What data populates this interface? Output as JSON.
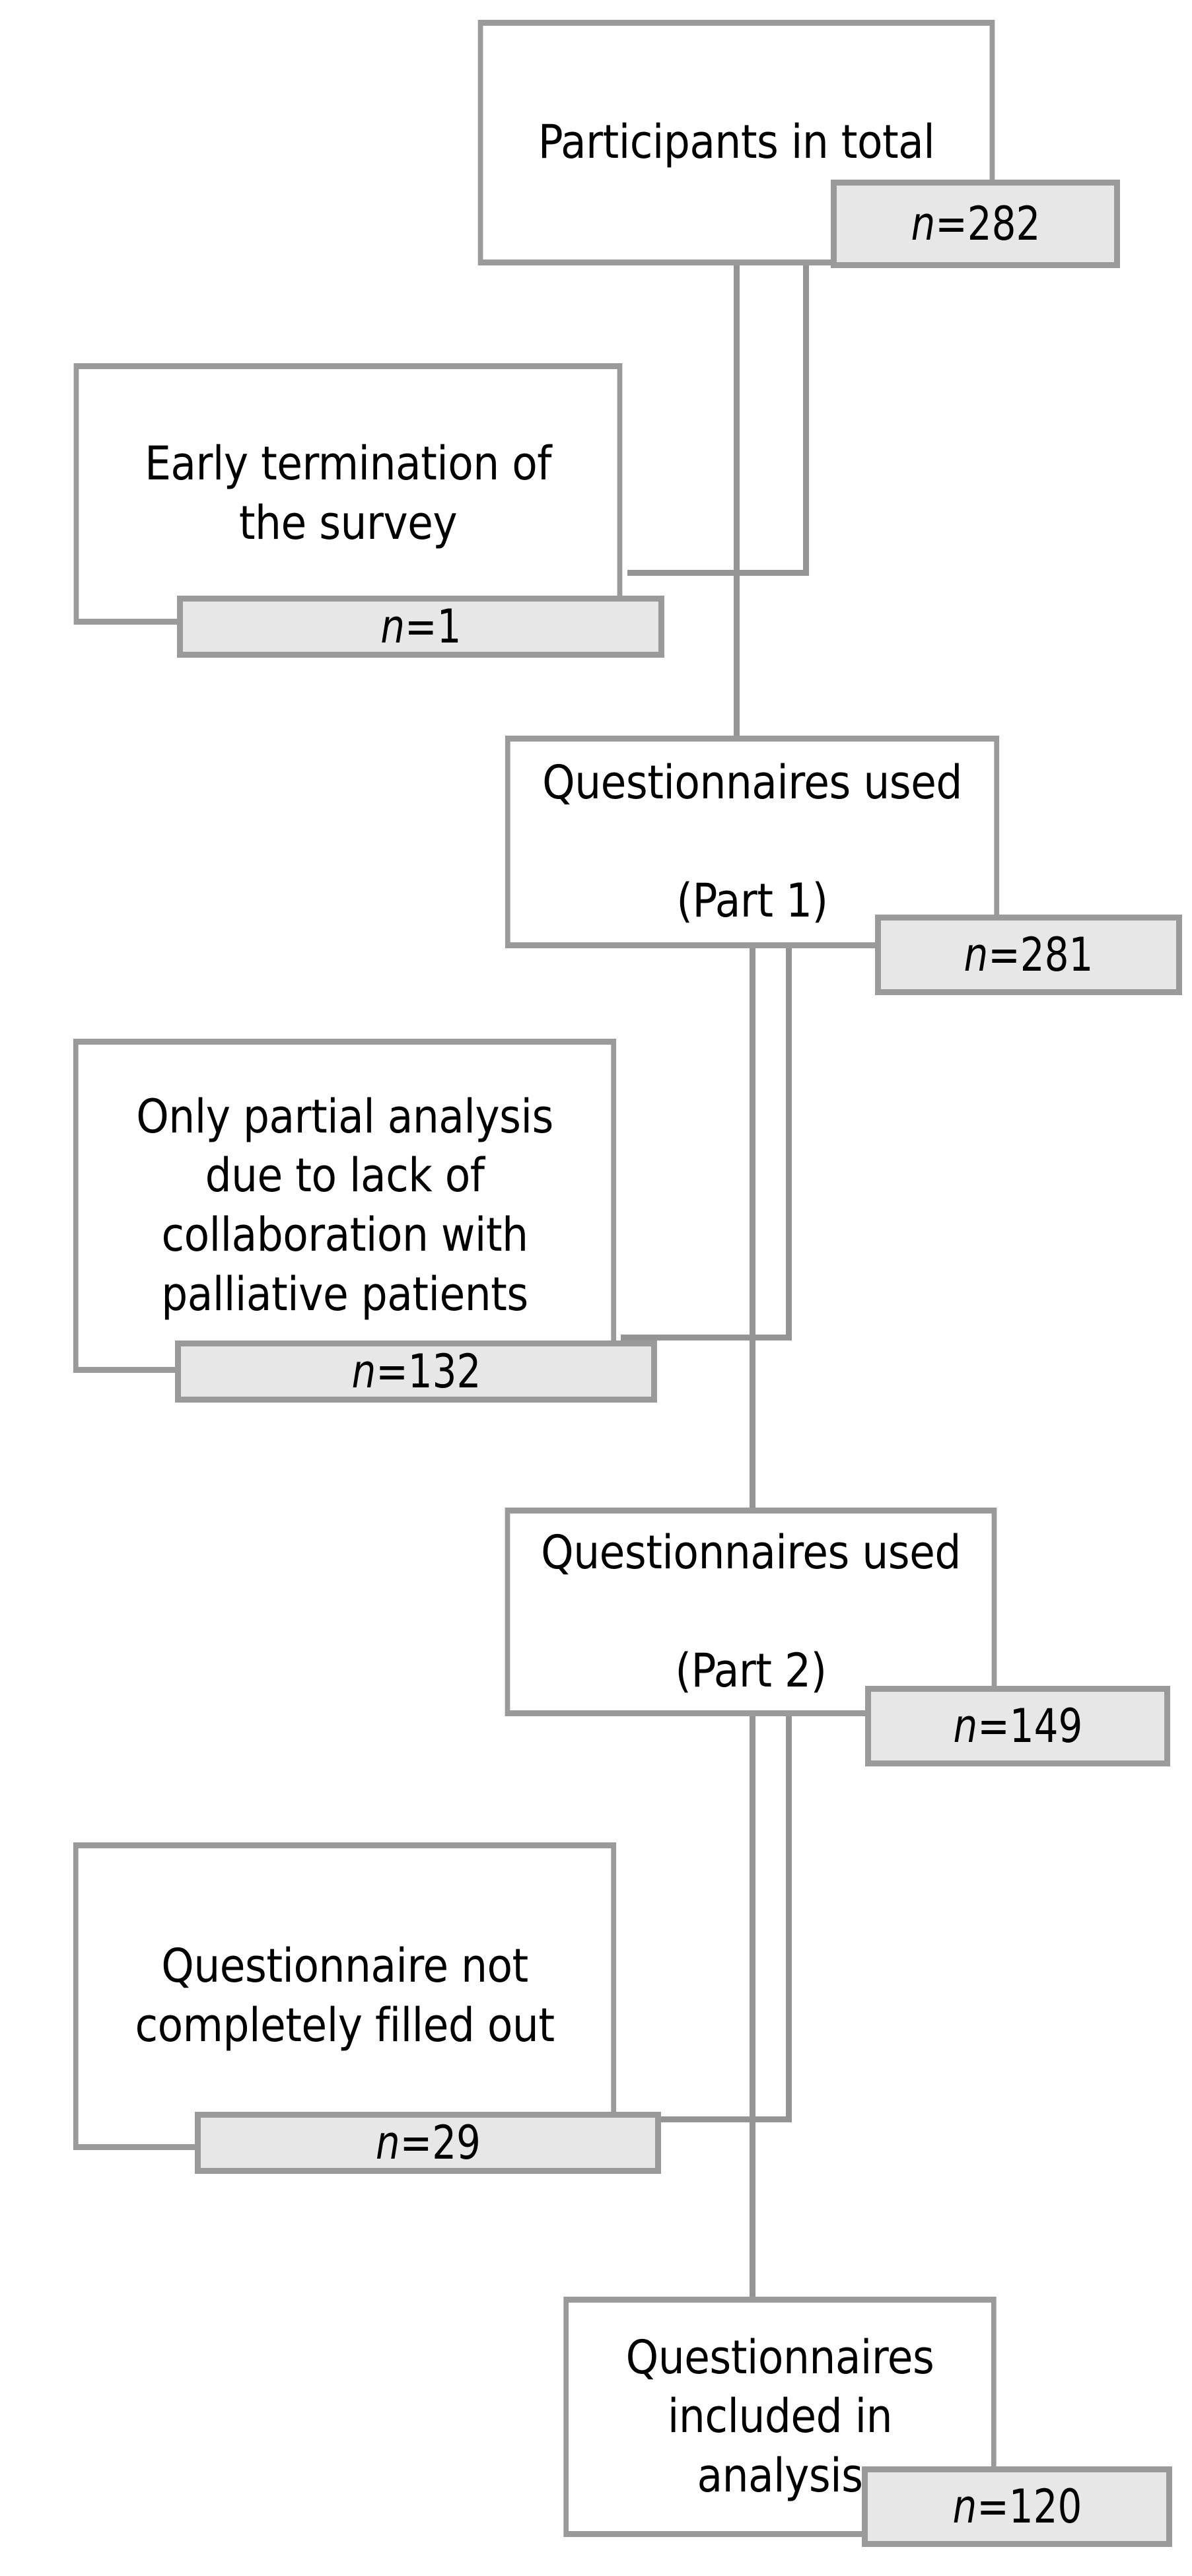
{
  "diagram": {
    "type": "flowchart",
    "title": "Participant flow / questionnaire inclusion diagram",
    "orientation": "vertical",
    "colors": {
      "box_border": "#9a9a9a",
      "box_fill": "#ffffff",
      "badge_fill": "#e7e7e7",
      "badge_border": "#9a9a9a",
      "connector": "#949494",
      "text": "#000000",
      "background": "#ffffff"
    },
    "nodes": [
      {
        "id": "participants-total",
        "label": "Participants in total",
        "badge_prefix": "n",
        "badge_sep": "=",
        "badge_value": "282",
        "badge_full": "n=282",
        "kind": "main"
      },
      {
        "id": "early-termination",
        "label": "Early termination of\nthe survey",
        "badge_prefix": "n",
        "badge_sep": "=",
        "badge_value": "1",
        "badge_full": "n=1",
        "kind": "exclusion"
      },
      {
        "id": "questionnaires-used-part-1",
        "label": "Questionnaires used\n\n(Part 1)",
        "badge_prefix": "n",
        "badge_sep": "=",
        "badge_value": "281",
        "badge_full": "n=281",
        "kind": "main"
      },
      {
        "id": "only-partial-analysis",
        "label": "Only partial analysis\ndue to lack of\ncollaboration with\npalliative patients",
        "badge_prefix": "n",
        "badge_sep": "=",
        "badge_value": "132",
        "badge_full": "n=132",
        "kind": "exclusion"
      },
      {
        "id": "questionnaires-used-part-2",
        "label": "Questionnaires used\n\n(Part 2)",
        "badge_prefix": "n",
        "badge_sep": "=",
        "badge_value": "149",
        "badge_full": "n=149",
        "kind": "main"
      },
      {
        "id": "questionnaire-not-complete",
        "label": "Questionnaire not\ncompletely filled out",
        "badge_prefix": "n",
        "badge_sep": "=",
        "badge_value": "29",
        "badge_full": "n=29",
        "kind": "exclusion"
      },
      {
        "id": "questionnaires-included",
        "label": "Questionnaires\nincluded in\nanalysis",
        "badge_prefix": "n",
        "badge_sep": "=",
        "badge_value": "120",
        "badge_full": "n=120",
        "kind": "main"
      }
    ]
  }
}
